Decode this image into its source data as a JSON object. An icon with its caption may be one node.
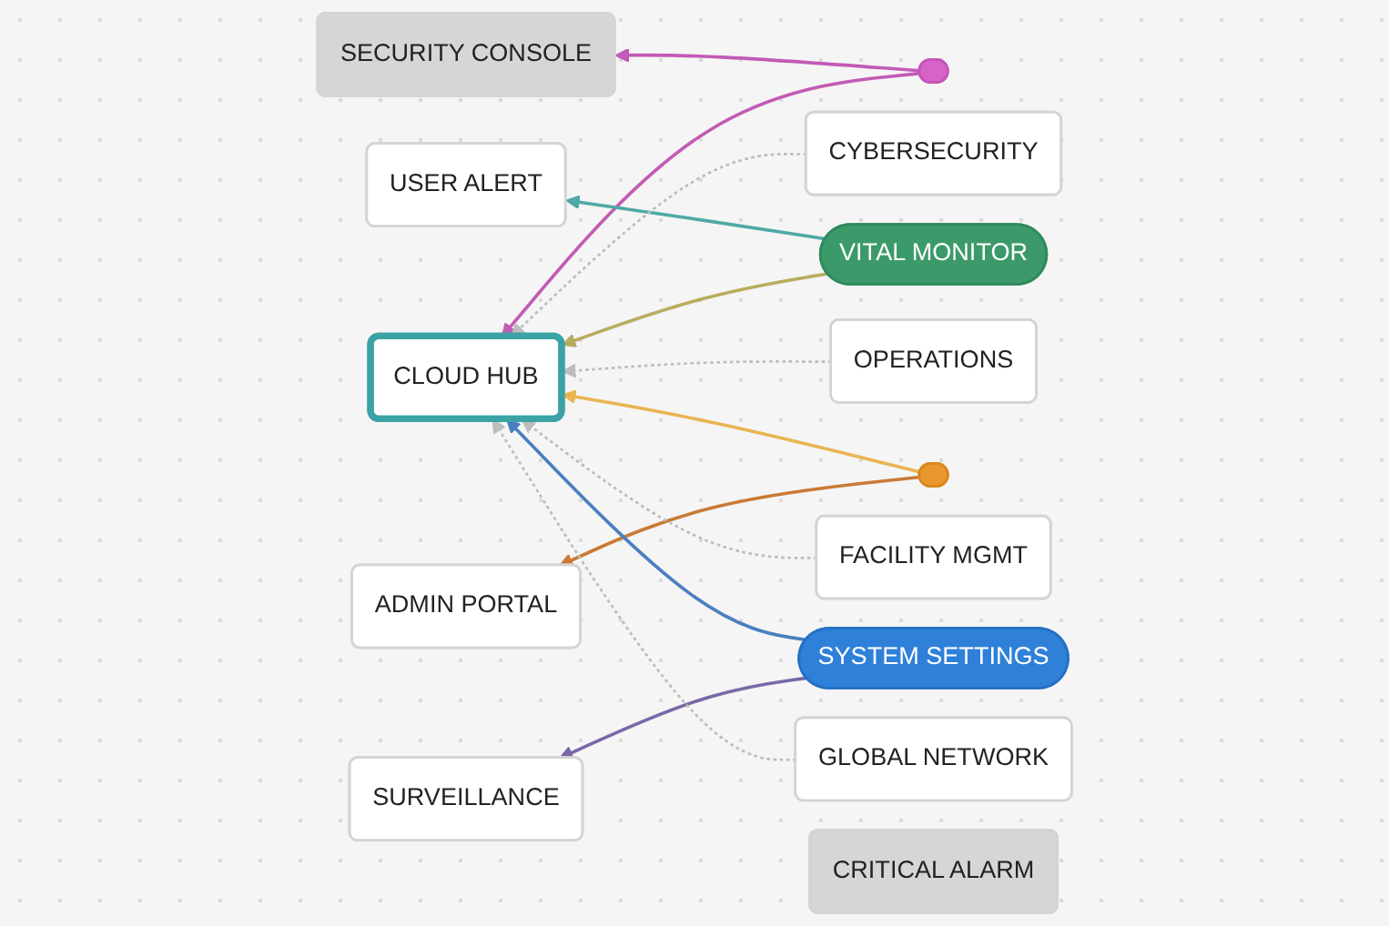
{
  "diagram": {
    "nodes": [
      {
        "text": [
          "SECURITY CONSOLE"
        ]
      },
      {
        "text": [],
        "shape": "pill"
      },
      {
        "text": [
          "USER ALERT"
        ]
      },
      {
        "text": [
          "VITAL MONITOR"
        ]
      },
      {
        "text": [
          "CRITICAL ALARM"
        ]
      },
      {
        "text": [
          "CLOUD HUB"
        ]
      },
      {
        "text": [],
        "shape": "pill"
      },
      {
        "text": [
          "ADMIN PORTAL"
        ]
      },
      {
        "text": [
          "SYSTEM SETTINGS"
        ]
      },
      {
        "text": [
          "SURVEILLANCE"
        ]
      },
      {
        "text": [
          "CYBERSECURITY"
        ]
      },
      {
        "text": [
          "OPERATIONS"
        ]
      },
      {
        "text": [
          "FACILITY MGMT"
        ]
      },
      {
        "text": [
          "GLOBAL NETWORK"
        ]
      }
    ],
    "edges": [
      {
        "from": 1,
        "to": 0,
        "arrow": "to",
        "color": "#c25bb5"
      },
      {
        "from": 1,
        "to": 5,
        "arrow": "to",
        "color": "#c25bb5"
      },
      {
        "from": 3,
        "to": 2,
        "arrow": "to",
        "color": "#4fa9a6"
      },
      {
        "from": 3,
        "to": 5,
        "arrow": "to",
        "color": "#b8ad5e"
      },
      {
        "from": 6,
        "to": 5,
        "arrow": "to",
        "color": "#e8b552"
      },
      {
        "from": 6,
        "to": 7,
        "arrow": "to",
        "color": "#c97a35"
      },
      {
        "from": 8,
        "to": 5,
        "arrow": "to",
        "color": "#4a7fc0"
      },
      {
        "from": 8,
        "to": 9,
        "arrow": "to",
        "color": "#7a68a8"
      },
      {
        "from": 10,
        "to": 5,
        "arrow": "to",
        "style": "dashed"
      },
      {
        "from": 11,
        "to": 5,
        "arrow": "to",
        "style": "dashed"
      },
      {
        "from": 12,
        "to": 5,
        "arrow": "to",
        "style": "dashed"
      },
      {
        "from": 13,
        "to": 5,
        "arrow": "to",
        "style": "dashed"
      }
    ]
  }
}
